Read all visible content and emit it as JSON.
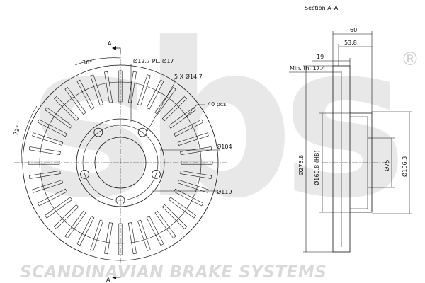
{
  "section_label": "Section A–A",
  "section_marker": "A",
  "brand_text": "SCANDINAVIAN BRAKE SYSTEMS",
  "watermark_text": "sbs",
  "registered_mark": "®",
  "callouts": {
    "angle_36": "36°",
    "angle_72": "72°",
    "hole_pl": "Ø12.7  PL.  Ø17",
    "bolt_holes": "5  X  Ø14.7",
    "vanes": "40  pcs.",
    "d104": "Ø104",
    "d119": "Ø119"
  },
  "section_dims": {
    "w60": "60",
    "w53": "53.8",
    "w19": "19",
    "min_th": "Min.  th.  17.4",
    "d275": "Ø275.8",
    "d160": "Ø160.8  (HB)",
    "d75": "Ø75",
    "d166": "Ø166.3"
  },
  "colors": {
    "line": "#111111",
    "watermark": "#e6e6e6",
    "brand": "#d9d9d9"
  },
  "front_view": {
    "slot_count": 40,
    "bolt_count": 5
  }
}
